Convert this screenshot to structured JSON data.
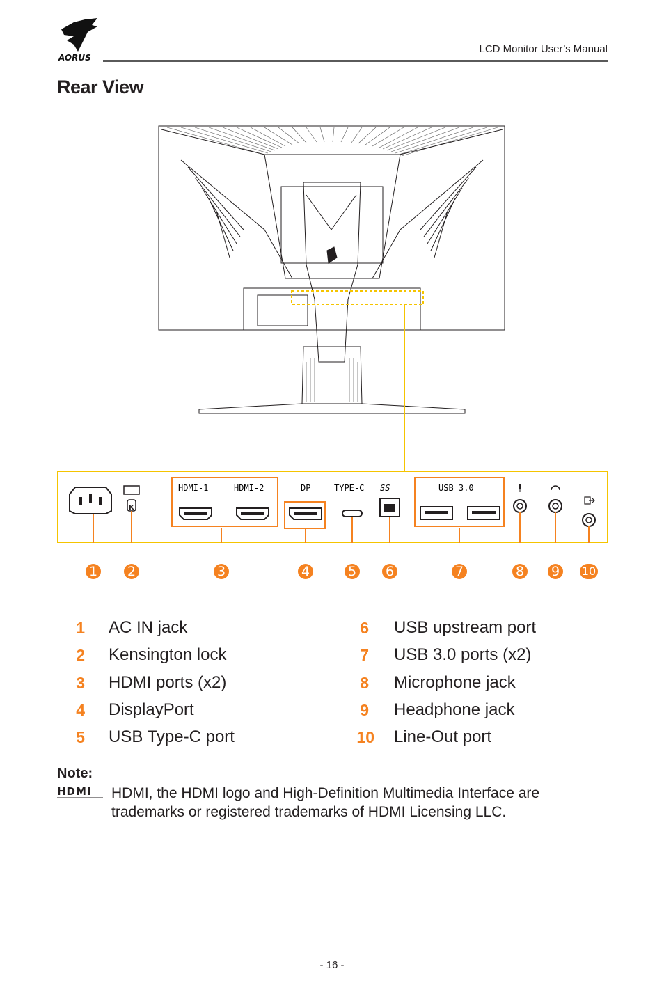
{
  "header": {
    "brand": "AORUS",
    "manual_title": "LCD Monitor User’s Manual"
  },
  "section": {
    "title": "Rear View"
  },
  "panel_labels": {
    "hdmi1": "HDMI-1",
    "hdmi2": "HDMI-2",
    "dp": "DP",
    "typec": "TYPE-C",
    "ss": "SS",
    "usb3": "USB 3.0"
  },
  "callouts": [
    "1",
    "2",
    "3",
    "4",
    "5",
    "6",
    "7",
    "8",
    "9",
    "10"
  ],
  "legend_left": [
    {
      "num": "1",
      "label": "AC IN jack"
    },
    {
      "num": "2",
      "label": "Kensington lock"
    },
    {
      "num": "3",
      "label": "HDMI ports (x2)"
    },
    {
      "num": "4",
      "label": "DisplayPort"
    },
    {
      "num": "5",
      "label": "USB Type-C port"
    }
  ],
  "legend_right": [
    {
      "num": "6",
      "label": "USB upstream port"
    },
    {
      "num": "7",
      "label": "USB 3.0 ports (x2)"
    },
    {
      "num": "8",
      "label": "Microphone jack"
    },
    {
      "num": "9",
      "label": "Headphone jack"
    },
    {
      "num": "10",
      "label": "Line-Out port"
    }
  ],
  "note": {
    "title": "Note:",
    "logo": "HDMI",
    "text": "HDMI, the HDMI logo and High-Definition Multimedia Interface are trademarks or registered trademarks of HDMI Licensing LLC."
  },
  "page_number": "- 16 -",
  "colors": {
    "accent": "#f58220",
    "highlight": "#f5c400",
    "callout_bg": "#f58220"
  },
  "icons": [
    "aorus-eagle-logo",
    "kensington-lock-icon",
    "microphone-icon",
    "headphone-icon",
    "line-out-icon",
    "usb-ss-icon"
  ]
}
